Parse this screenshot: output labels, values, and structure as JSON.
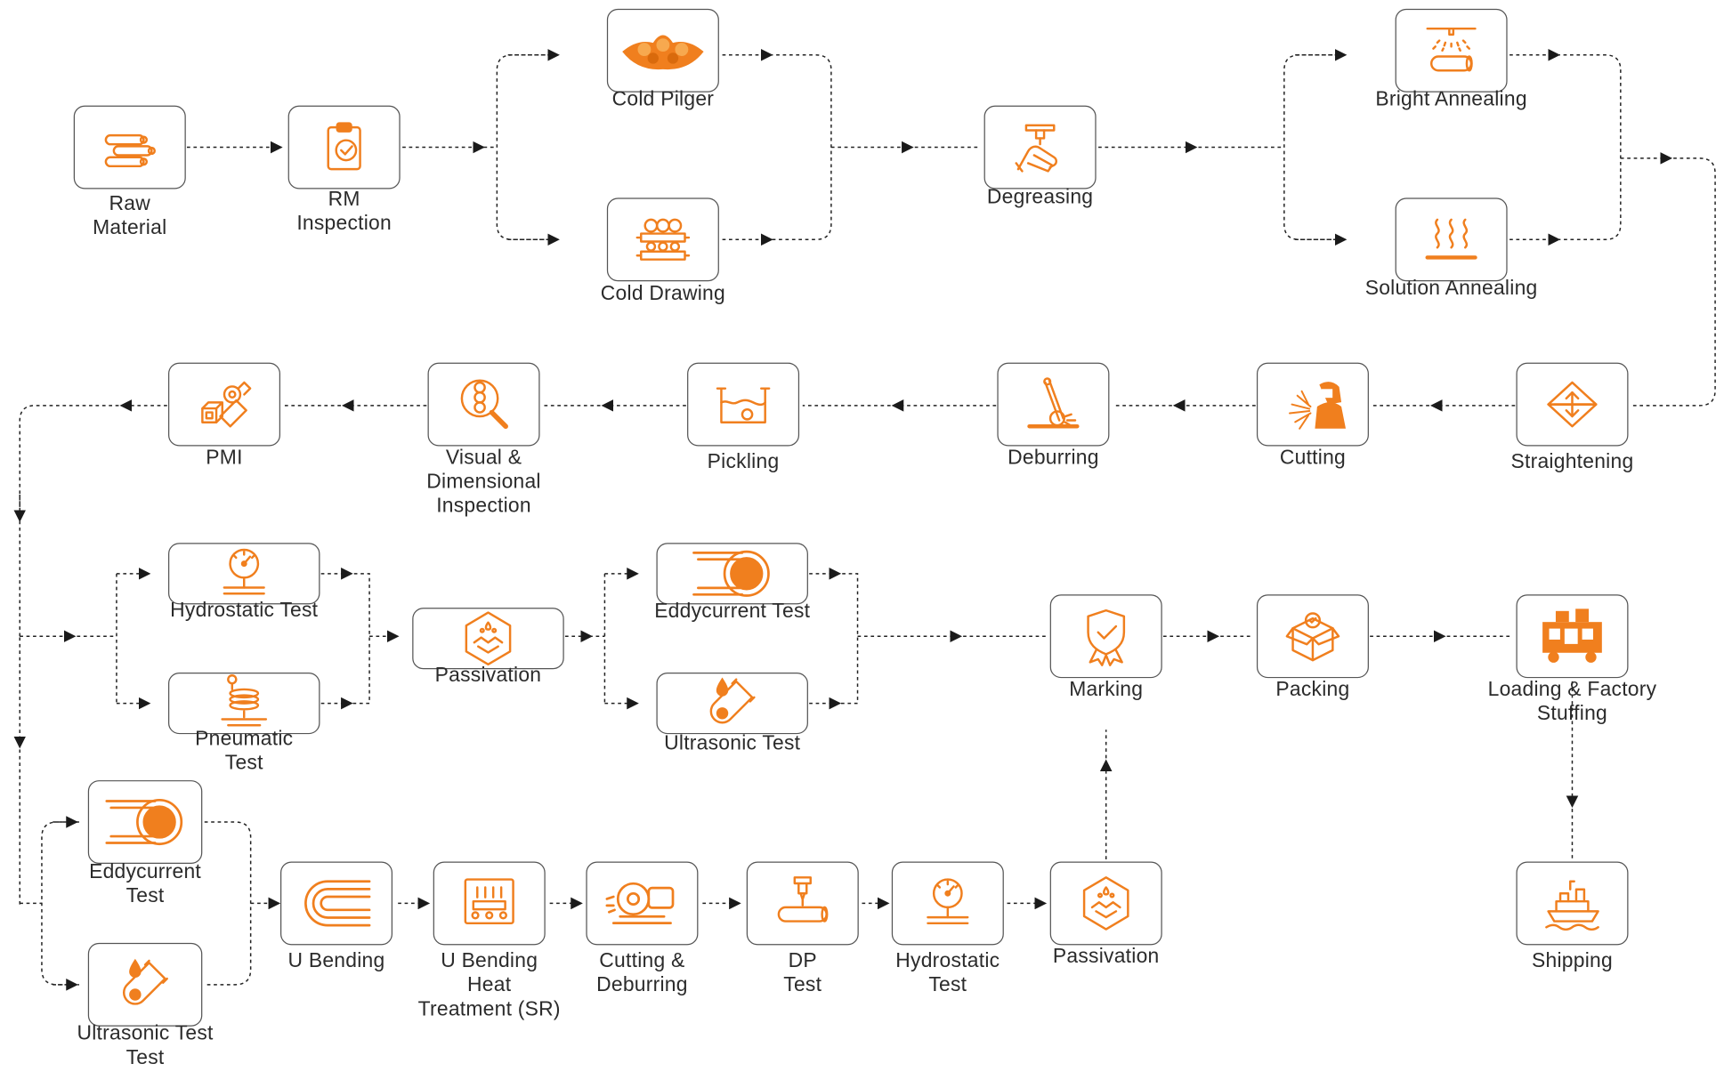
{
  "colors": {
    "accent": "#f07f1e",
    "border": "#555555",
    "text": "#2b2b2b",
    "line": "#222222"
  },
  "steps": {
    "raw_material": {
      "label": [
        "Raw",
        "Material"
      ],
      "icon": "pipes-icon"
    },
    "rm_inspection": {
      "label": [
        "RM",
        "Inspection"
      ],
      "icon": "clipboard-check-icon"
    },
    "cold_pilger": {
      "label": [
        "Cold Pilger"
      ],
      "icon": "pilger-rolls-icon"
    },
    "cold_drawing": {
      "label": [
        "Cold Drawing"
      ],
      "icon": "drawing-machine-icon"
    },
    "degreasing": {
      "label": [
        "Degreasing"
      ],
      "icon": "washing-hand-icon"
    },
    "bright_annealing": {
      "label": [
        "Bright Annealing"
      ],
      "icon": "spray-pipe-icon"
    },
    "solution_annealing": {
      "label": [
        "Solution Annealing"
      ],
      "icon": "heat-waves-icon"
    },
    "straightening": {
      "label": [
        "Straightening"
      ],
      "icon": "straightening-icon"
    },
    "cutting": {
      "label": [
        "Cutting"
      ],
      "icon": "welder-sparks-icon"
    },
    "deburring": {
      "label": [
        "Deburring"
      ],
      "icon": "grinder-icon"
    },
    "pickling": {
      "label": [
        "Pickling"
      ],
      "icon": "tank-icon"
    },
    "visual_inspection": {
      "label": [
        "Visual &",
        "Dimensional",
        "Inspection"
      ],
      "icon": "magnifier-icon"
    },
    "pmi": {
      "label": [
        "PMI"
      ],
      "icon": "metal-blocks-icon"
    },
    "hydrostatic_test_1": {
      "label": [
        "Hydrostatic Test"
      ],
      "icon": "pressure-gauge-icon"
    },
    "pneumatic_test": {
      "label": [
        "Pneumatic",
        "Test"
      ],
      "icon": "coil-gauge-icon"
    },
    "passivation_1": {
      "label": [
        "Passivation"
      ],
      "icon": "hexagon-drops-icon"
    },
    "eddycurrent_test_1": {
      "label": [
        "Eddycurrent Test"
      ],
      "icon": "tube-rings-icon"
    },
    "ultrasonic_test_1": {
      "label": [
        "Ultrasonic Test"
      ],
      "icon": "test-tube-drop-icon"
    },
    "marking": {
      "label": [
        "Marking"
      ],
      "icon": "badge-check-icon"
    },
    "packing": {
      "label": [
        "Packing"
      ],
      "icon": "box-check-icon"
    },
    "loading": {
      "label": [
        "Loading & Factory",
        "Stuffing"
      ],
      "icon": "truck-loading-icon"
    },
    "shipping": {
      "label": [
        "Shipping"
      ],
      "icon": "ship-icon"
    },
    "eddycurrent_test_2": {
      "label": [
        "Eddycurrent",
        "Test"
      ],
      "icon": "tube-rings-icon"
    },
    "ultrasonic_test_2": {
      "label": [
        "Ultrasonic Test",
        "Test"
      ],
      "icon": "test-tube-drop-icon"
    },
    "u_bending": {
      "label": [
        "U Bending"
      ],
      "icon": "u-bend-icon"
    },
    "u_bending_heat": {
      "label": [
        "U Bending",
        "Heat",
        "Treatment (SR)"
      ],
      "icon": "furnace-icon"
    },
    "cutting_deburring": {
      "label": [
        "Cutting &",
        "Deburring"
      ],
      "icon": "cutting-machine-icon"
    },
    "dp_test": {
      "label": [
        "DP",
        "Test"
      ],
      "icon": "dye-penetrant-icon"
    },
    "hydrostatic_test_2": {
      "label": [
        "Hydrostatic",
        "Test"
      ],
      "icon": "pressure-gauge-icon"
    },
    "passivation_2": {
      "label": [
        "Passivation"
      ],
      "icon": "hexagon-drops-icon"
    }
  }
}
